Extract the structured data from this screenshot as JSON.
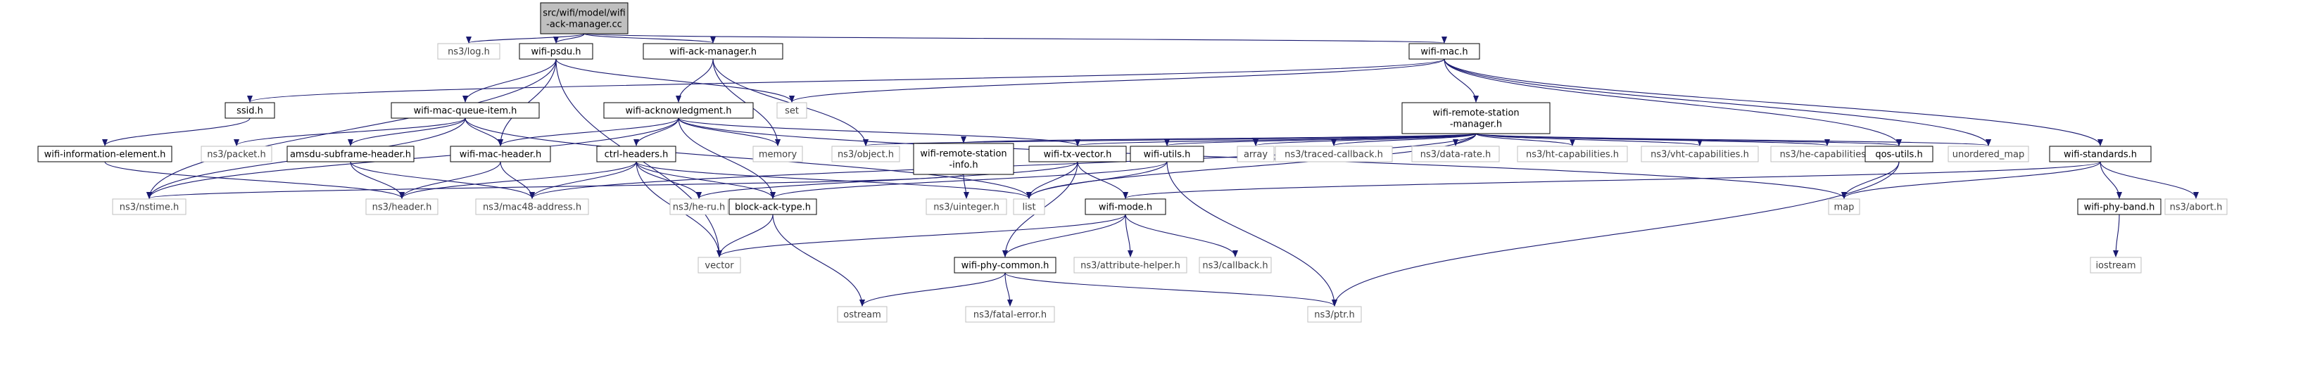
{
  "nodes": [
    {
      "id": "root",
      "lines": [
        "src/wifi/model/wifi",
        "-ack-manager.cc"
      ],
      "kind": "root"
    },
    {
      "id": "fatal",
      "lines": [
        "ns3/log.h"
      ],
      "kind": "ext"
    },
    {
      "id": "psdu",
      "lines": [
        "wifi-psdu.h"
      ],
      "kind": "doc"
    },
    {
      "id": "ackmgr",
      "lines": [
        "wifi-ack-manager.h"
      ],
      "kind": "doc"
    },
    {
      "id": "mac",
      "lines": [
        "wifi-mac.h"
      ],
      "kind": "doc"
    },
    {
      "id": "ssid",
      "lines": [
        "ssid.h"
      ],
      "kind": "doc"
    },
    {
      "id": "queueitem",
      "lines": [
        "wifi-mac-queue-item.h"
      ],
      "kind": "doc"
    },
    {
      "id": "set",
      "lines": [
        "set"
      ],
      "kind": "ext"
    },
    {
      "id": "ackn",
      "lines": [
        "wifi-acknowledgment.h"
      ],
      "kind": "doc"
    },
    {
      "id": "rsm",
      "lines": [
        "wifi-remote-station",
        "-manager.h"
      ],
      "kind": "doc"
    },
    {
      "id": "infoel",
      "lines": [
        "wifi-information-element.h"
      ],
      "kind": "doc"
    },
    {
      "id": "packet",
      "lines": [
        "ns3/packet.h"
      ],
      "kind": "ext"
    },
    {
      "id": "amsdu",
      "lines": [
        "amsdu-subframe-header.h"
      ],
      "kind": "doc"
    },
    {
      "id": "machdr",
      "lines": [
        "wifi-mac-header.h"
      ],
      "kind": "doc"
    },
    {
      "id": "memory",
      "lines": [
        "memory"
      ],
      "kind": "ext"
    },
    {
      "id": "ctrl",
      "lines": [
        "ctrl-headers.h"
      ],
      "kind": "doc"
    },
    {
      "id": "object",
      "lines": [
        "ns3/object.h"
      ],
      "kind": "ext"
    },
    {
      "id": "rsinfo",
      "lines": [
        "wifi-remote-station",
        "-info.h"
      ],
      "kind": "doc"
    },
    {
      "id": "txvec",
      "lines": [
        "wifi-tx-vector.h"
      ],
      "kind": "doc"
    },
    {
      "id": "utils",
      "lines": [
        "wifi-utils.h"
      ],
      "kind": "doc"
    },
    {
      "id": "array",
      "lines": [
        "array"
      ],
      "kind": "ext"
    },
    {
      "id": "tcb",
      "lines": [
        "ns3/traced-callback.h"
      ],
      "kind": "ext"
    },
    {
      "id": "datarate",
      "lines": [
        "ns3/data-rate.h"
      ],
      "kind": "ext"
    },
    {
      "id": "htcap",
      "lines": [
        "ns3/ht-capabilities.h"
      ],
      "kind": "ext"
    },
    {
      "id": "vhtcap",
      "lines": [
        "ns3/vht-capabilities.h"
      ],
      "kind": "ext"
    },
    {
      "id": "hecap",
      "lines": [
        "ns3/he-capabilities.h"
      ],
      "kind": "ext"
    },
    {
      "id": "qos",
      "lines": [
        "qos-utils.h"
      ],
      "kind": "doc"
    },
    {
      "id": "umap",
      "lines": [
        "unordered_map"
      ],
      "kind": "ext"
    },
    {
      "id": "standards",
      "lines": [
        "wifi-standards.h"
      ],
      "kind": "doc"
    },
    {
      "id": "nstime",
      "lines": [
        "ns3/nstime.h"
      ],
      "kind": "ext"
    },
    {
      "id": "header",
      "lines": [
        "ns3/header.h"
      ],
      "kind": "ext"
    },
    {
      "id": "mac48",
      "lines": [
        "ns3/mac48-address.h"
      ],
      "kind": "ext"
    },
    {
      "id": "heru",
      "lines": [
        "ns3/he-ru.h"
      ],
      "kind": "ext"
    },
    {
      "id": "list",
      "lines": [
        "list"
      ],
      "kind": "ext"
    },
    {
      "id": "bat",
      "lines": [
        "block-ack-type.h"
      ],
      "kind": "doc"
    },
    {
      "id": "uint",
      "lines": [
        "ns3/uinteger.h"
      ],
      "kind": "ext"
    },
    {
      "id": "mode",
      "lines": [
        "wifi-mode.h"
      ],
      "kind": "doc"
    },
    {
      "id": "map",
      "lines": [
        "map"
      ],
      "kind": "ext"
    },
    {
      "id": "band",
      "lines": [
        "wifi-phy-band.h"
      ],
      "kind": "doc"
    },
    {
      "id": "abort",
      "lines": [
        "ns3/abort.h"
      ],
      "kind": "ext"
    },
    {
      "id": "vector",
      "lines": [
        "vector"
      ],
      "kind": "ext"
    },
    {
      "id": "phycommon",
      "lines": [
        "wifi-phy-common.h"
      ],
      "kind": "doc"
    },
    {
      "id": "attr",
      "lines": [
        "ns3/attribute-helper.h"
      ],
      "kind": "ext"
    },
    {
      "id": "callback",
      "lines": [
        "ns3/callback.h"
      ],
      "kind": "ext"
    },
    {
      "id": "iostream",
      "lines": [
        "iostream"
      ],
      "kind": "ext"
    },
    {
      "id": "ostream",
      "lines": [
        "ostream"
      ],
      "kind": "ext"
    },
    {
      "id": "fatalerr",
      "lines": [
        "ns3/fatal-error.h"
      ],
      "kind": "ext"
    },
    {
      "id": "ptr",
      "lines": [
        "ns3/ptr.h"
      ],
      "kind": "ext"
    }
  ],
  "edges": [
    [
      "root",
      "fatal"
    ],
    [
      "root",
      "psdu"
    ],
    [
      "root",
      "ackmgr"
    ],
    [
      "root",
      "mac"
    ],
    [
      "psdu",
      "set"
    ],
    [
      "psdu",
      "queueitem"
    ],
    [
      "psdu",
      "machdr"
    ],
    [
      "psdu",
      "nstime"
    ],
    [
      "psdu",
      "vector"
    ],
    [
      "ackmgr",
      "ackn"
    ],
    [
      "ackmgr",
      "memory"
    ],
    [
      "ackmgr",
      "object"
    ],
    [
      "mac",
      "ssid"
    ],
    [
      "mac",
      "set"
    ],
    [
      "mac",
      "rsm"
    ],
    [
      "mac",
      "qos"
    ],
    [
      "mac",
      "umap"
    ],
    [
      "mac",
      "standards"
    ],
    [
      "ssid",
      "infoel"
    ],
    [
      "queueitem",
      "packet"
    ],
    [
      "queueitem",
      "machdr"
    ],
    [
      "queueitem",
      "amsdu"
    ],
    [
      "queueitem",
      "nstime"
    ],
    [
      "queueitem",
      "list"
    ],
    [
      "ackn",
      "memory"
    ],
    [
      "ackn",
      "ctrl"
    ],
    [
      "ackn",
      "machdr"
    ],
    [
      "ackn",
      "txvec"
    ],
    [
      "ackn",
      "nstime"
    ],
    [
      "ackn",
      "map"
    ],
    [
      "ackn",
      "bat"
    ],
    [
      "rsm",
      "object"
    ],
    [
      "rsm",
      "rsinfo"
    ],
    [
      "rsm",
      "txvec"
    ],
    [
      "rsm",
      "utils"
    ],
    [
      "rsm",
      "array"
    ],
    [
      "rsm",
      "tcb"
    ],
    [
      "rsm",
      "datarate"
    ],
    [
      "rsm",
      "htcap"
    ],
    [
      "rsm",
      "vhtcap"
    ],
    [
      "rsm",
      "hecap"
    ],
    [
      "rsm",
      "qos"
    ],
    [
      "rsm",
      "umap"
    ],
    [
      "rsm",
      "mac48"
    ],
    [
      "rsm",
      "list"
    ],
    [
      "infoel",
      "header"
    ],
    [
      "amsdu",
      "header"
    ],
    [
      "amsdu",
      "mac48"
    ],
    [
      "machdr",
      "header"
    ],
    [
      "machdr",
      "mac48"
    ],
    [
      "ctrl",
      "header"
    ],
    [
      "ctrl",
      "mac48"
    ],
    [
      "ctrl",
      "heru"
    ],
    [
      "ctrl",
      "bat"
    ],
    [
      "ctrl",
      "vector"
    ],
    [
      "ctrl",
      "list"
    ],
    [
      "rsinfo",
      "nstime"
    ],
    [
      "rsinfo",
      "uint"
    ],
    [
      "txvec",
      "heru"
    ],
    [
      "txvec",
      "list"
    ],
    [
      "txvec",
      "mode"
    ],
    [
      "txvec",
      "phycommon"
    ],
    [
      "utils",
      "list"
    ],
    [
      "utils",
      "bat"
    ],
    [
      "utils",
      "ptr"
    ],
    [
      "qos",
      "map"
    ],
    [
      "qos",
      "ptr"
    ],
    [
      "standards",
      "mode"
    ],
    [
      "standards",
      "map"
    ],
    [
      "standards",
      "band"
    ],
    [
      "standards",
      "abort"
    ],
    [
      "bat",
      "vector"
    ],
    [
      "bat",
      "ostream"
    ],
    [
      "mode",
      "vector"
    ],
    [
      "mode",
      "phycommon"
    ],
    [
      "mode",
      "attr"
    ],
    [
      "mode",
      "callback"
    ],
    [
      "phycommon",
      "ostream"
    ],
    [
      "phycommon",
      "fatalerr"
    ],
    [
      "phycommon",
      "ptr"
    ],
    [
      "band",
      "iostream"
    ]
  ],
  "colors": {
    "edge": "#191970",
    "doc_border": "#000000",
    "ext_border": "#bfbfbf",
    "root_fill": "#bfbfbf"
  }
}
